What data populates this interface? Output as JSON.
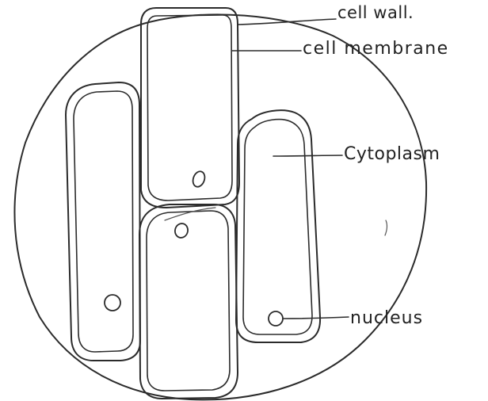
{
  "diagram": {
    "labels": {
      "cell_wall": "cell wall.",
      "cell_membrane": "cell membrane",
      "cytoplasm": "Cytoplasm",
      "nucleus": "nucleus"
    },
    "colors": {
      "ink": "#2b2b2b",
      "background": "#ffffff"
    }
  }
}
